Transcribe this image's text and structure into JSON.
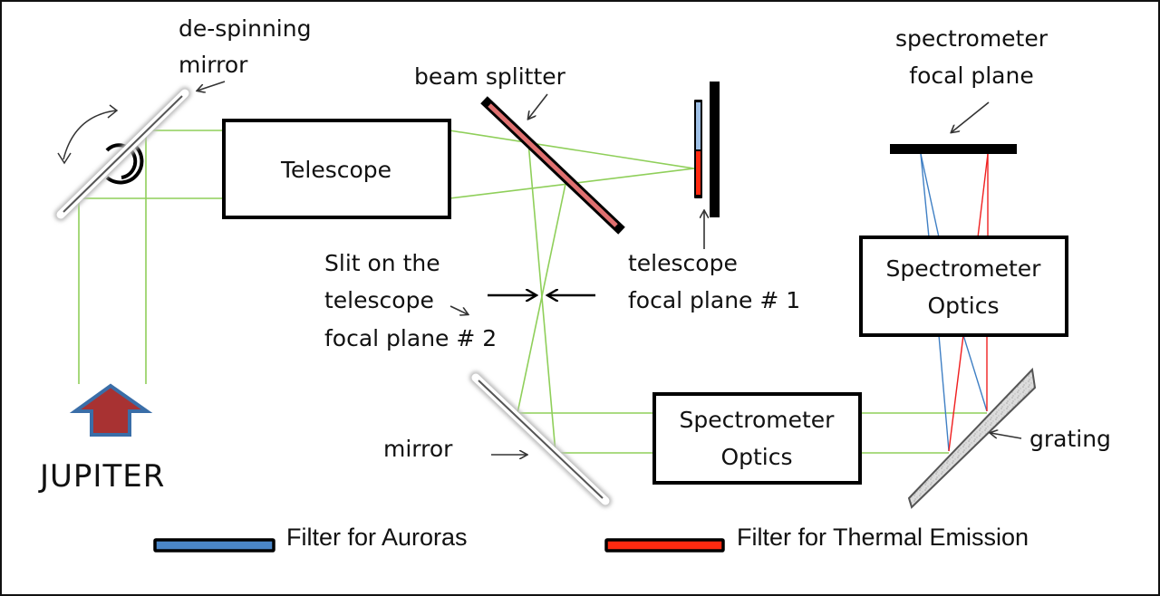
{
  "diagram": {
    "labels": {
      "despin_line1": "de-spinning",
      "despin_line2": "mirror",
      "beam_splitter": "beam splitter",
      "telescope": "Telescope",
      "tele_fp1_line1": "telescope",
      "tele_fp1_line2": "focal plane # 1",
      "slit_line1": "Slit on the",
      "slit_line2": "telescope",
      "slit_line3": "focal plane # 2",
      "spec_fp_line1": "spectrometer",
      "spec_fp_line2": "focal plane",
      "spec_optics_top_line1": "Spectrometer",
      "spec_optics_top_line2": "Optics",
      "spec_optics_bottom_line1": "Spectrometer",
      "spec_optics_bottom_line2": "Optics",
      "mirror": "mirror",
      "grating": "grating",
      "jupiter": "JUPITER"
    },
    "legend": [
      {
        "label": "Filter for Auroras",
        "color": "#4a86c8"
      },
      {
        "label": "Filter for Thermal Emission",
        "color": "#ff2a10"
      }
    ],
    "colors": {
      "light_path": "#8fcf5a",
      "aurora_path": "#3f7fc4",
      "thermal_path": "#f02020",
      "beam_splitter": "#e07070",
      "jupiter_arrow_fill": "#a83232",
      "jupiter_arrow_stroke": "#3a6ea8"
    }
  }
}
